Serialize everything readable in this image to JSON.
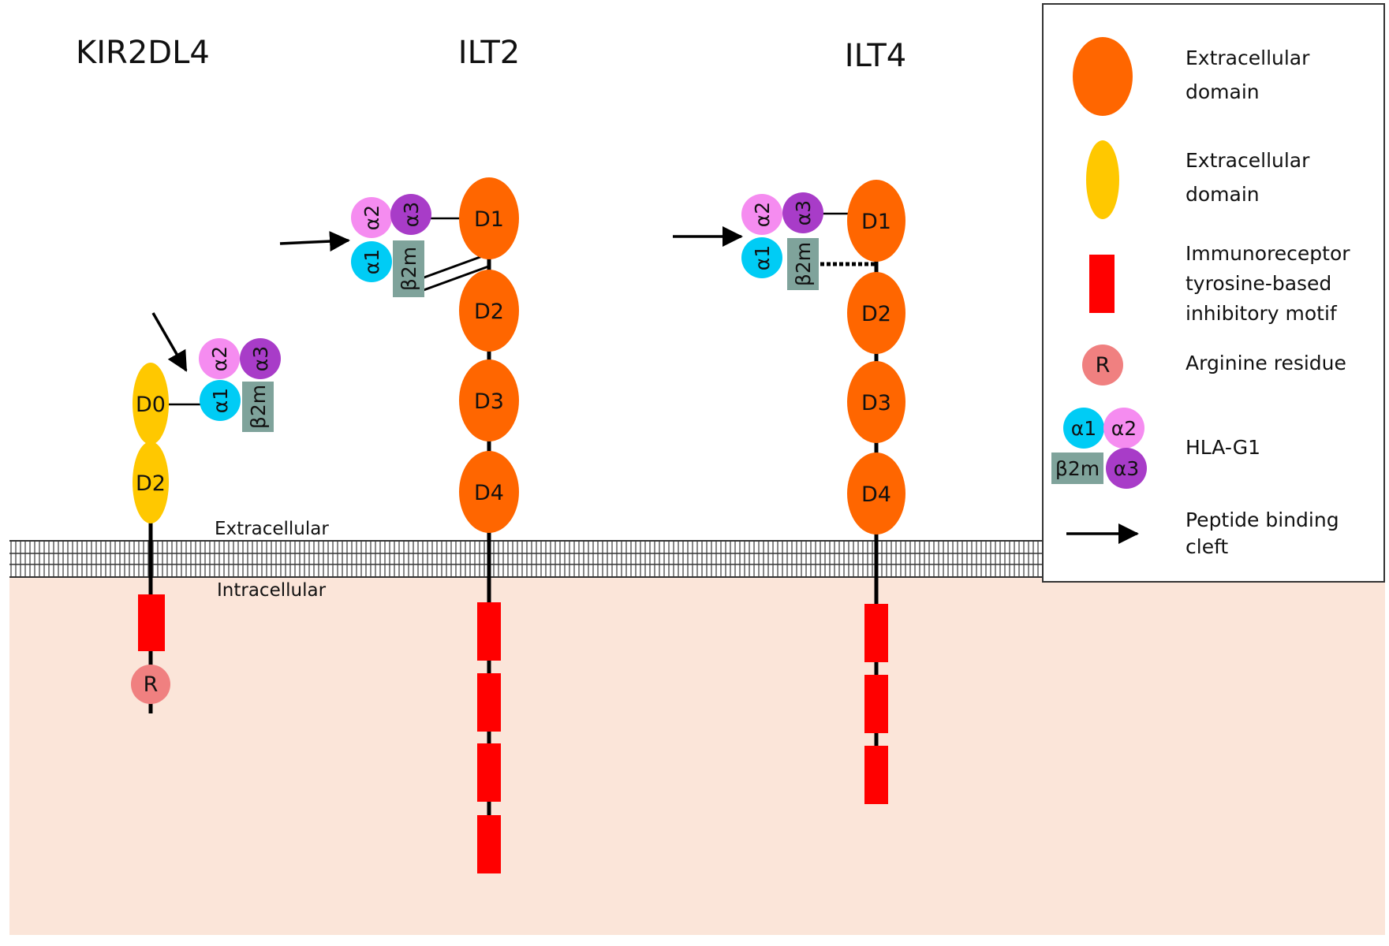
{
  "receptors": [
    {
      "name": "KIR2DL4",
      "domains": [
        "D0",
        "D2"
      ],
      "itim_count": 1,
      "has_arginine": true
    },
    {
      "name": "ILT2",
      "domains": [
        "D1",
        "D2",
        "D3",
        "D4"
      ],
      "itim_count": 4,
      "has_arginine": false
    },
    {
      "name": "ILT4",
      "domains": [
        "D1",
        "D2",
        "D3",
        "D4"
      ],
      "itim_count": 3,
      "has_arginine": false
    }
  ],
  "hla": {
    "a1": "α1",
    "a2": "α2",
    "a3": "α3",
    "b2m": "β2m"
  },
  "arginine_label": "R",
  "membrane": {
    "extracellular": "Extracellular",
    "intracellular": "Intracellular"
  },
  "legend": {
    "orange_domain": [
      "Extracellular",
      "domain"
    ],
    "yellow_domain": [
      "Extracellular",
      "domain"
    ],
    "itim": [
      "Immunoreceptor",
      "tyrosine-based",
      "inhibitory motif"
    ],
    "arginine": "Arginine residue",
    "hla": "HLA-G1",
    "arrow": [
      "Peptide binding",
      "cleft"
    ]
  },
  "colors": {
    "orange_domain": "#FF6600",
    "yellow_domain": "#FFC800",
    "itim": "#FF0000",
    "arginine": "#F08080",
    "alpha1": "#00CCF5",
    "alpha2": "#F58CF0",
    "alpha3": "#A83CC8",
    "b2m": "#7FA39B",
    "cytoplasm": "#FBE5D9"
  }
}
